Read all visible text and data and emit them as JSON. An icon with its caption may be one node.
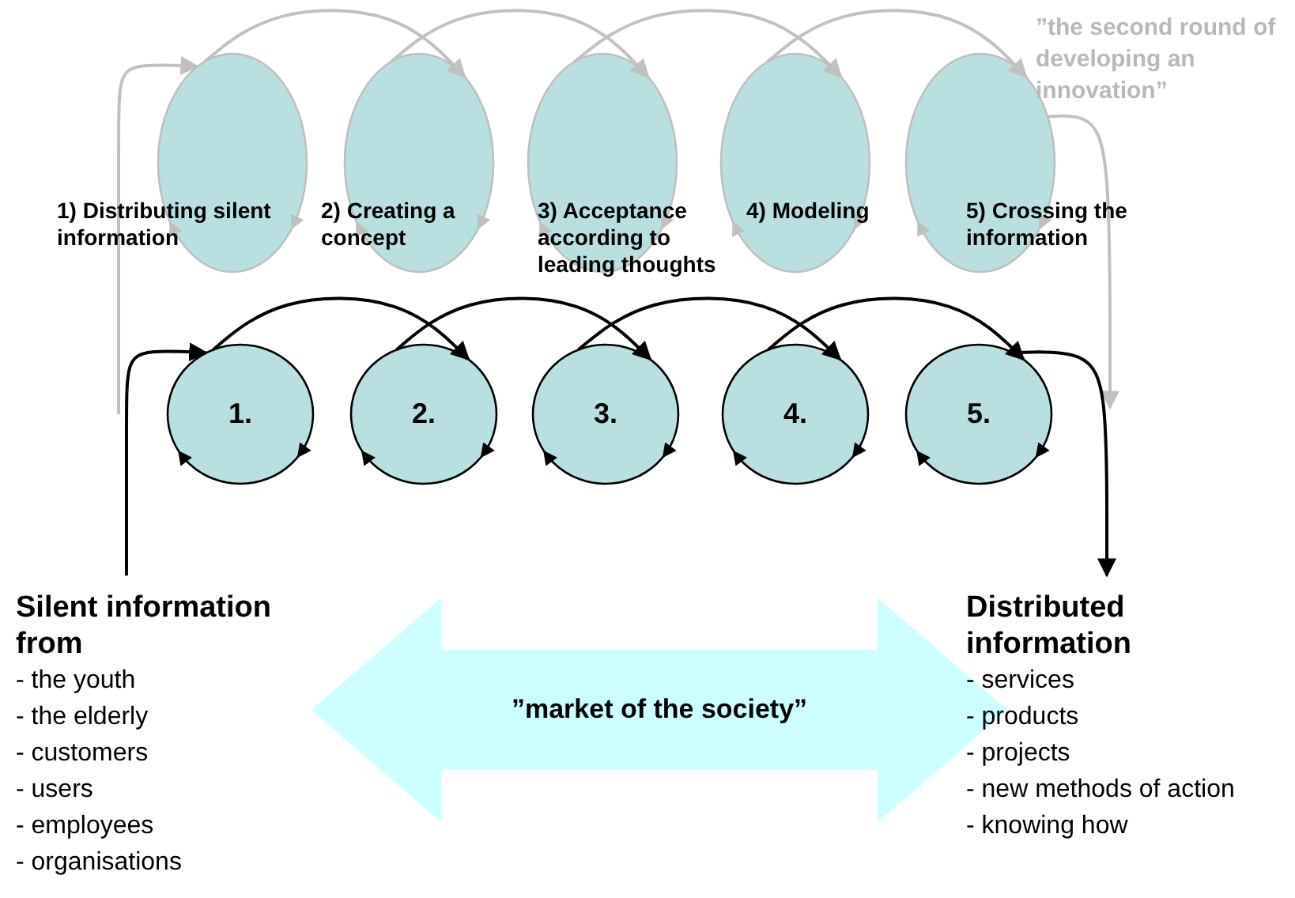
{
  "diagram": {
    "nodes": [
      {
        "text": [
          "1) Distributing silent information"
        ]
      },
      {
        "text": [
          "2) Creating a concept"
        ]
      },
      {
        "text": [
          "3) Acceptance according to leading thoughts"
        ]
      },
      {
        "text": [
          "4) Modeling"
        ]
      },
      {
        "text": [
          "5) Crossing the information"
        ]
      },
      {
        "text": [
          "1."
        ]
      },
      {
        "text": [
          "2."
        ]
      },
      {
        "text": [
          "3."
        ]
      },
      {
        "text": [
          "4."
        ]
      },
      {
        "text": [
          "5."
        ]
      },
      {
        "text": [
          "Silent information from",
          "- the youth",
          "- the elderly",
          "- customers",
          "- users",
          "- employees",
          "- organisations"
        ]
      },
      {
        "text": [
          "Distributed information",
          "- services",
          "- products",
          "- projects",
          "- new methods of action",
          "- knowing how"
        ]
      },
      {
        "text": [
          "”market of the society”"
        ]
      }
    ],
    "edges": [
      {
        "from": null,
        "to": 0,
        "arrow": "to",
        "color": "#c0c0c0"
      },
      {
        "from": 0,
        "to": 1,
        "arrow": "to",
        "color": "#c0c0c0"
      },
      {
        "from": 1,
        "to": 2,
        "arrow": "to",
        "color": "#c0c0c0"
      },
      {
        "from": 2,
        "to": 3,
        "arrow": "to",
        "color": "#c0c0c0"
      },
      {
        "from": 3,
        "to": 4,
        "arrow": "to",
        "color": "#c0c0c0"
      },
      {
        "from": 4,
        "to": null,
        "arrow": "to",
        "color": "#c0c0c0"
      },
      {
        "from": 10,
        "to": 5,
        "arrow": "to",
        "color": "#000000"
      },
      {
        "from": 5,
        "to": 6,
        "arrow": "to",
        "color": "#000000"
      },
      {
        "from": 6,
        "to": 7,
        "arrow": "to",
        "color": "#000000"
      },
      {
        "from": 7,
        "to": 8,
        "arrow": "to",
        "color": "#000000"
      },
      {
        "from": 8,
        "to": 9,
        "arrow": "to",
        "color": "#000000"
      },
      {
        "from": 9,
        "to": 11,
        "arrow": "to",
        "color": "#000000"
      }
    ],
    "labels": [
      "”the second round of developing an innovation”"
    ]
  }
}
